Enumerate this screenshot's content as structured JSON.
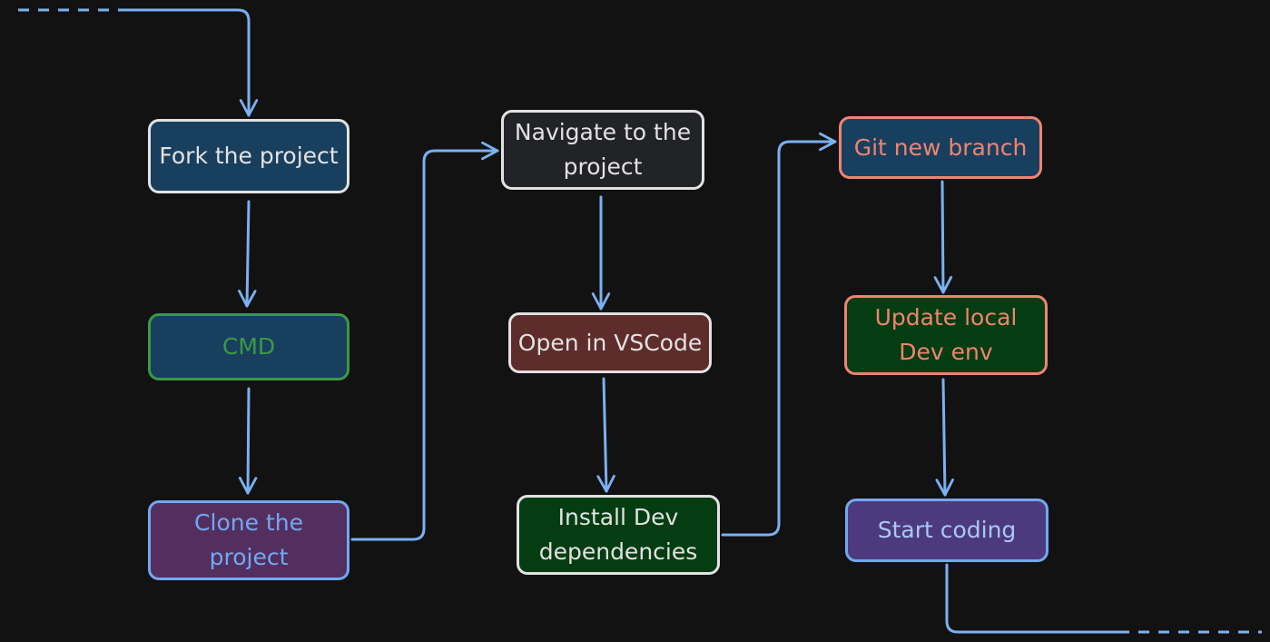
{
  "diagram": {
    "nodes": {
      "fork": "Fork the project",
      "cmd": "CMD",
      "clone": "Clone the\nproject",
      "navigate": "Navigate to the\nproject",
      "vscode": "Open in VSCode",
      "install": "Install Dev\ndependencies",
      "branch": "Git new branch",
      "update": "Update local\nDev env",
      "start": "Start coding"
    },
    "edges": [
      {
        "from": "fork",
        "to": "cmd"
      },
      {
        "from": "cmd",
        "to": "clone"
      },
      {
        "from": "clone",
        "to": "navigate"
      },
      {
        "from": "navigate",
        "to": "vscode"
      },
      {
        "from": "vscode",
        "to": "install"
      },
      {
        "from": "install",
        "to": "branch"
      },
      {
        "from": "branch",
        "to": "update"
      },
      {
        "from": "update",
        "to": "start"
      }
    ]
  }
}
